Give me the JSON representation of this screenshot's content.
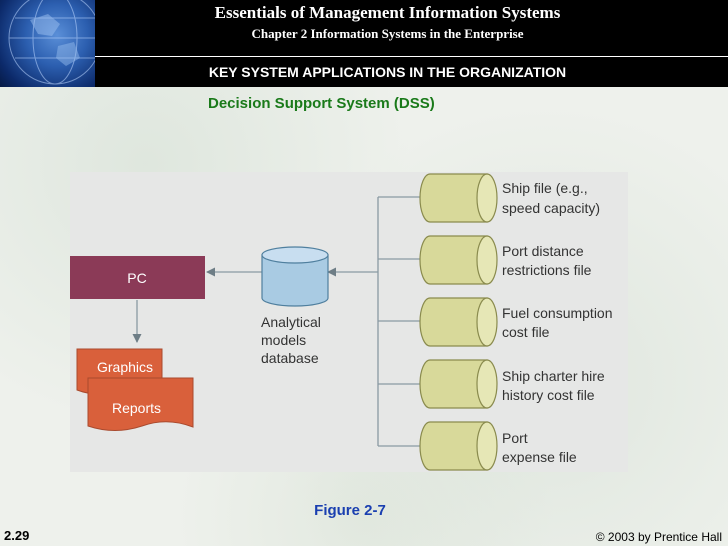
{
  "header": {
    "title": "Essentials of Management Information Systems",
    "subtitle": "Chapter 2 Information Systems in the Enterprise",
    "section": "KEY SYSTEM APPLICATIONS IN THE ORGANIZATION"
  },
  "slide": {
    "subtitle": "Decision Support System (DSS)",
    "figure_caption": "Figure 2-7",
    "number": "2.29",
    "copyright": "© 2003 by Prentice Hall"
  },
  "diagram": {
    "pc": "PC",
    "graphics": "Graphics",
    "reports": "Reports",
    "database_lines": [
      "Analytical",
      "models",
      "database"
    ],
    "files": [
      {
        "line1": "Ship file (e.g.,",
        "line2": "speed capacity)"
      },
      {
        "line1": "Port distance",
        "line2": "restrictions file"
      },
      {
        "line1": "Fuel consumption",
        "line2": "cost file"
      },
      {
        "line1": "Ship charter hire",
        "line2": "history cost file"
      },
      {
        "line1": "Port",
        "line2": "expense file"
      }
    ]
  },
  "colors": {
    "header_bg": "#000000",
    "subtitle_green": "#1a7a1a",
    "caption_blue": "#1a3fb0",
    "pc_box": "#8b3a57",
    "output_docs": "#d9603b",
    "database": "#a9cbe3",
    "file_cylinders": "#d8d99a",
    "figure_bg": "#e6e7e6"
  }
}
